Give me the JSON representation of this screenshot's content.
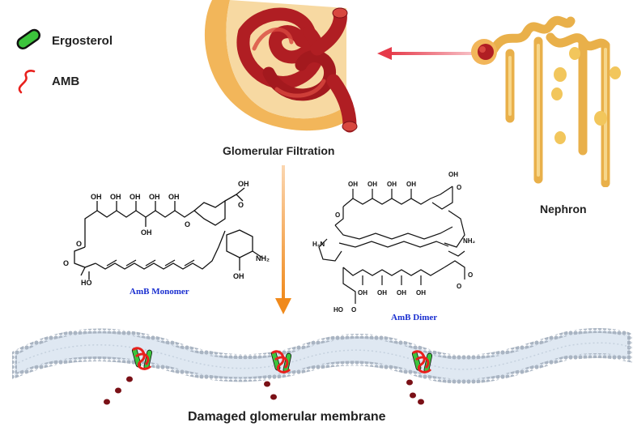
{
  "legend": {
    "items": [
      {
        "label": "Ergosterol",
        "icon": "ergosterol-icon",
        "color": "#3cc43c"
      },
      {
        "label": "AMB",
        "icon": "amb-icon",
        "color": "#e8201c"
      }
    ]
  },
  "labels": {
    "glomerular_filtration": "Glomerular Filtration",
    "nephron": "Nephron",
    "amb_monomer": "AmB Monomer",
    "amb_dimer": "AmB Dimer",
    "damaged_membrane": "Damaged glomerular membrane"
  },
  "colors": {
    "capsule": "#f2b65a",
    "capsule_inner": "#f7d9a2",
    "vessel": "#b01e23",
    "vessel_light": "#d8473f",
    "arrow_red": "#e63a4a",
    "arrow_orange": "#f08a1c",
    "membrane_head": "#a9b4c2",
    "membrane_fill": "#dfe8f2",
    "blood_drop": "#7a1016",
    "nephron": "#f0c060"
  }
}
